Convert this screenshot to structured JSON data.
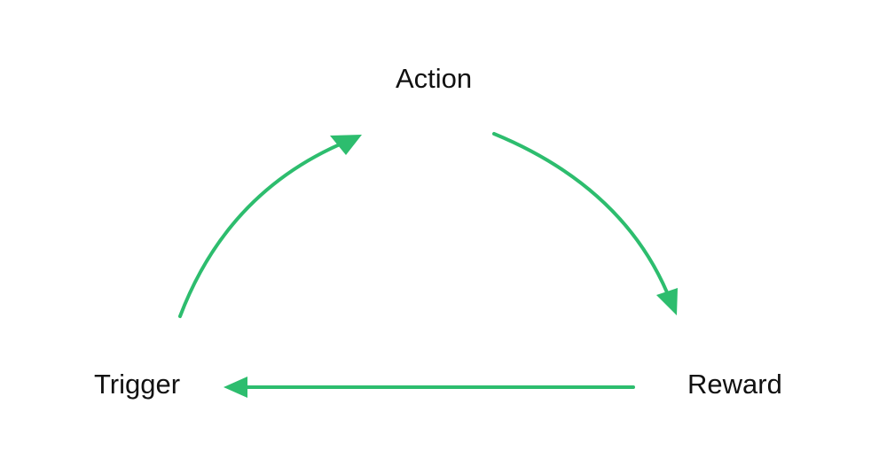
{
  "diagram": {
    "nodes": {
      "action": "Action",
      "trigger": "Trigger",
      "reward": "Reward"
    },
    "edges": [
      {
        "from": "Trigger",
        "to": "Action"
      },
      {
        "from": "Action",
        "to": "Reward"
      },
      {
        "from": "Reward",
        "to": "Trigger"
      }
    ],
    "colors": {
      "arrow": "#2dbd6e",
      "text": "#111111",
      "background": "#ffffff"
    }
  }
}
